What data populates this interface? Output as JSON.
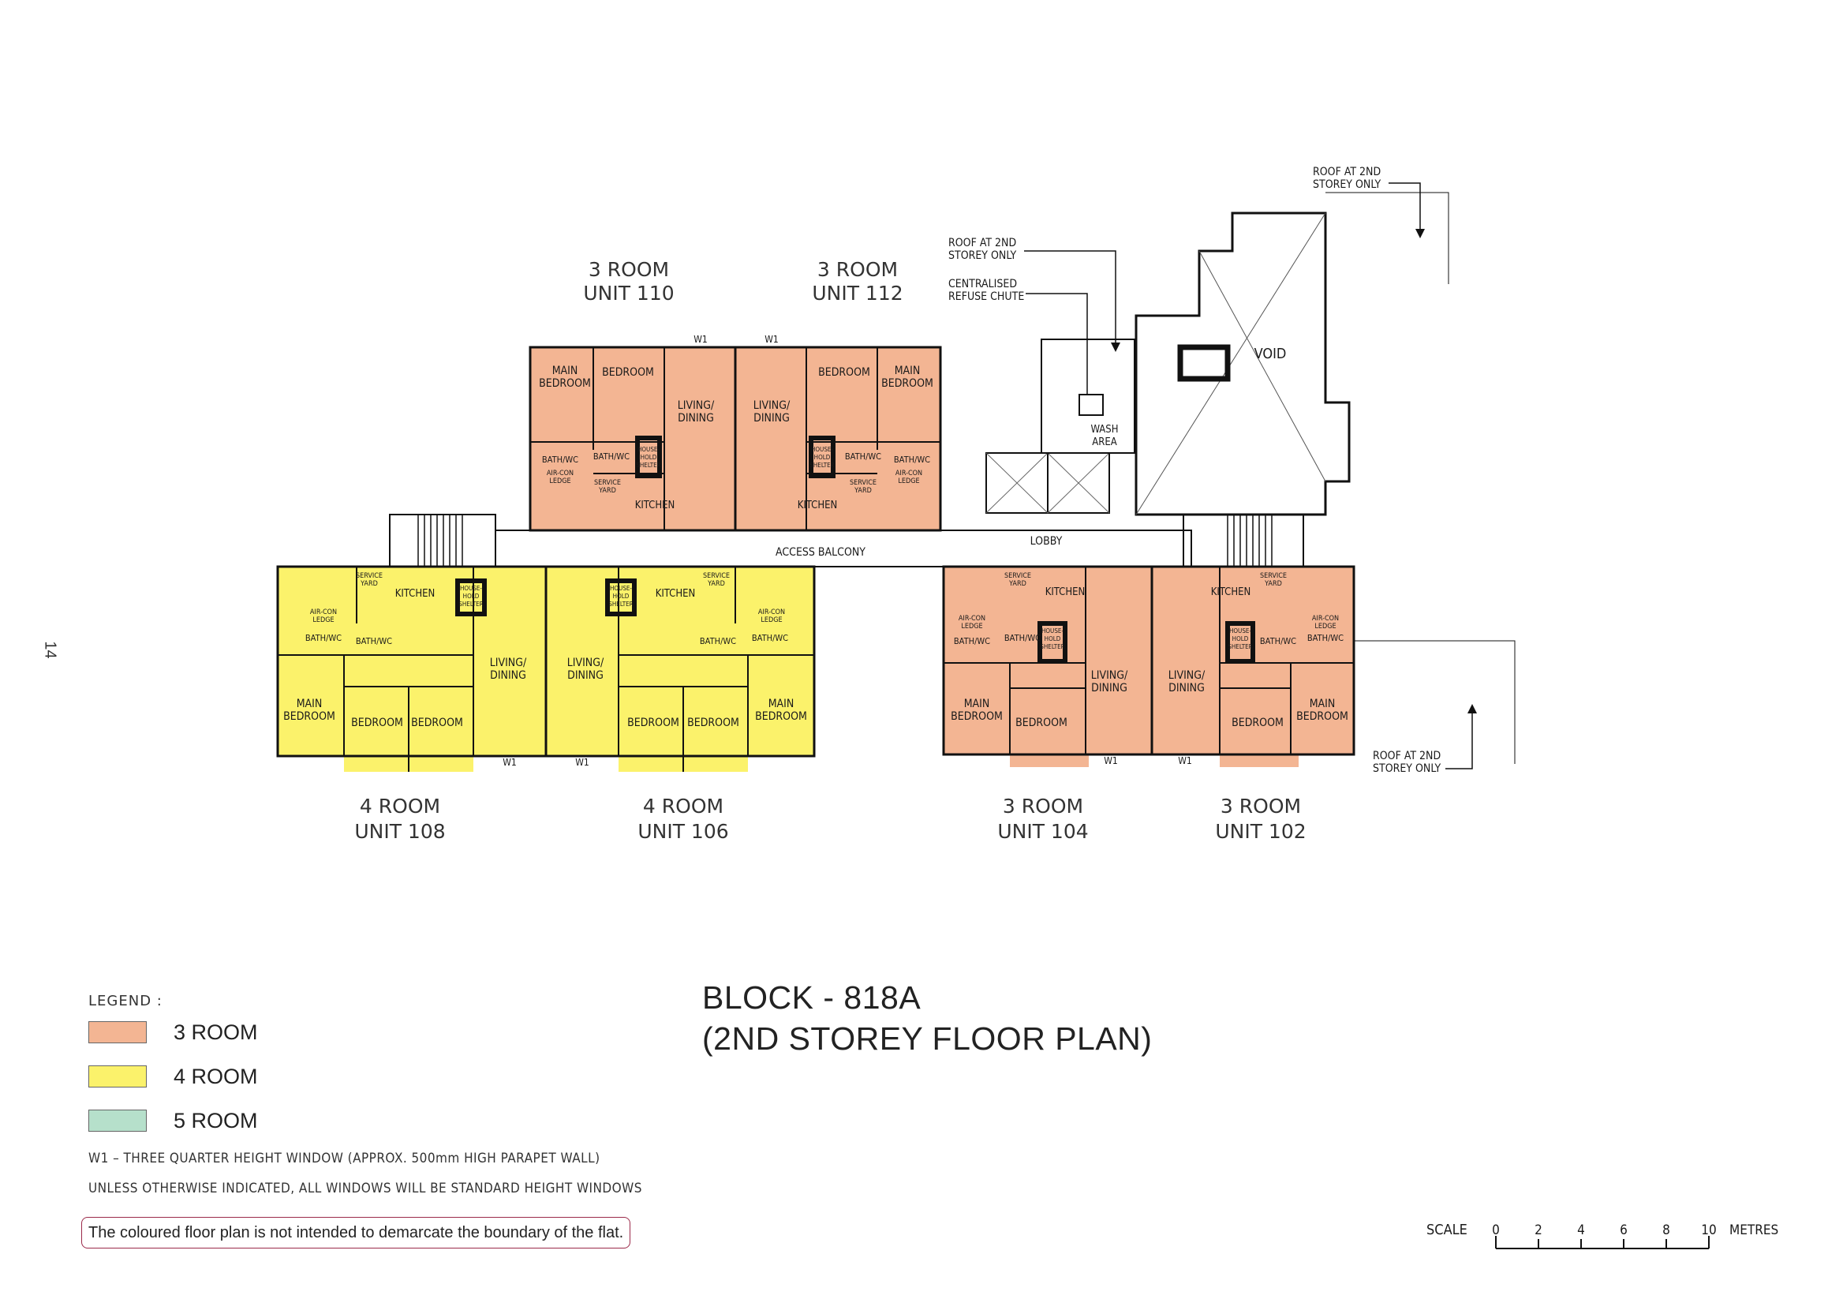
{
  "page_number": "14",
  "title": {
    "line1": "BLOCK - 818A",
    "line2": "(2ND STOREY FLOOR PLAN)"
  },
  "legend": {
    "heading": "LEGEND :",
    "items": [
      {
        "label": "3 ROOM",
        "color": "#f3b593"
      },
      {
        "label": "4 ROOM",
        "color": "#fbf26b"
      },
      {
        "label": "5 ROOM",
        "color": "#b6e0cb"
      }
    ]
  },
  "notes": {
    "w1": "W1 – THREE QUARTER HEIGHT WINDOW (APPROX. 500mm HIGH PARAPET WALL)",
    "windows": "UNLESS OTHERWISE INDICATED, ALL WINDOWS WILL BE STANDARD HEIGHT WINDOWS"
  },
  "disclaimer": "The coloured floor plan is not intended to demarcate the boundary of the flat.",
  "scale": {
    "label": "SCALE",
    "ticks": [
      "0",
      "2",
      "4",
      "6",
      "8",
      "10"
    ],
    "unit": "METRES"
  },
  "units": {
    "u110": {
      "type": "3 ROOM",
      "unit": "UNIT 110"
    },
    "u112": {
      "type": "3 ROOM",
      "unit": "UNIT 112"
    },
    "u108": {
      "type": "4 ROOM",
      "unit": "UNIT 108"
    },
    "u106": {
      "type": "4 ROOM",
      "unit": "UNIT 106"
    },
    "u104": {
      "type": "3 ROOM",
      "unit": "UNIT 104"
    },
    "u102": {
      "type": "3 ROOM",
      "unit": "UNIT 102"
    }
  },
  "rooms": {
    "main_bedroom": [
      "MAIN",
      "BEDROOM"
    ],
    "bedroom": "BEDROOM",
    "living_dining": [
      "LIVING/",
      "DINING"
    ],
    "kitchen": "KITCHEN",
    "bath_wc": "BATH/WC",
    "household_shelter": [
      "HOUSE-",
      "HOLD",
      "SHELTER"
    ],
    "service_yard": [
      "SERVICE",
      "YARD"
    ],
    "aircon_ledge": [
      "AIR-CON",
      "LEDGE"
    ],
    "w1": "W1"
  },
  "annotations": {
    "roof_2nd": [
      "ROOF AT 2ND",
      "STOREY ONLY"
    ],
    "refuse_chute": [
      "CENTRALISED",
      "REFUSE CHUTE"
    ],
    "wash_area": [
      "WASH",
      "AREA"
    ],
    "void": "VOID",
    "lobby": "LOBBY",
    "access_balcony": "ACCESS BALCONY"
  }
}
